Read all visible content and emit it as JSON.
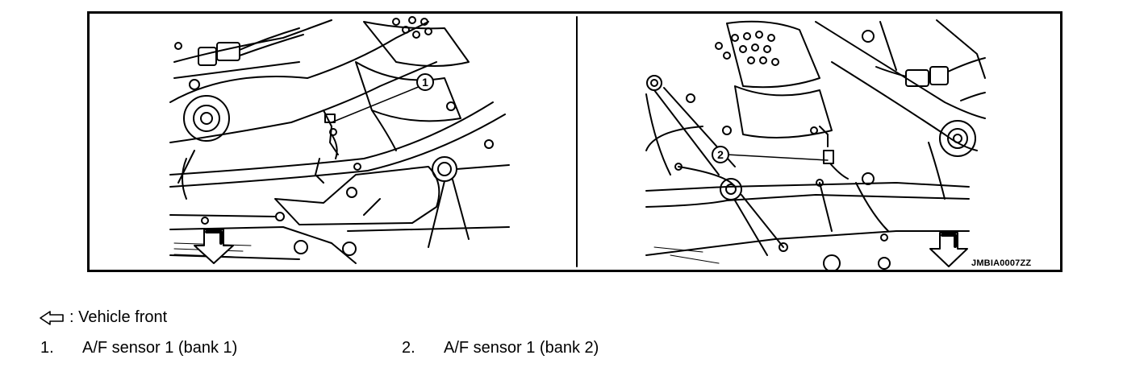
{
  "figure": {
    "code": "JMBIA0007ZZ",
    "callouts": [
      "1",
      "2"
    ]
  },
  "legend": {
    "icon": "hollow-arrow-left-icon",
    "text": ": Vehicle front"
  },
  "items": [
    {
      "number": "1.",
      "label": "A/F sensor 1 (bank 1)"
    },
    {
      "number": "2.",
      "label": "A/F sensor 1 (bank 2)"
    }
  ]
}
